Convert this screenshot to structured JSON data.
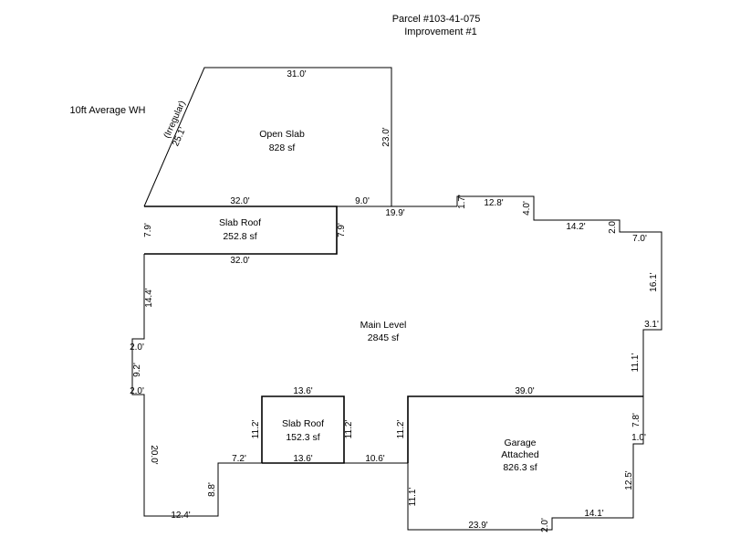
{
  "header": {
    "parcel": "Parcel #103-41-075",
    "improvement": "Improvement #1"
  },
  "note": "10ft Average WH",
  "areas": {
    "open_slab": {
      "name": "Open Slab",
      "size": "828 sf"
    },
    "slab_roof_top": {
      "name": "Slab Roof",
      "size": "252.8 sf"
    },
    "main_level": {
      "name": "Main Level",
      "size": "2845 sf"
    },
    "slab_roof_small": {
      "name": "Slab Roof",
      "size": "152.3 sf"
    },
    "garage": {
      "line1": "Garage",
      "line2": "Attached",
      "size": "826.3 sf"
    }
  },
  "dims": {
    "open_top": "31.0'",
    "open_right": "23.0'",
    "open_diag": "25.1'",
    "irregular": "(Irregular)",
    "open_bottom": "32.0'",
    "open_bottom_right": "9.0'",
    "sr_left": "7.9'",
    "sr_right": "7.9'",
    "sr_bottom": "32.0'",
    "seg_19_9": "19.9'",
    "seg_1_7": "1.7'",
    "seg_12_8": "12.8'",
    "seg_4_0": "4.0'",
    "seg_14_2": "14.2'",
    "seg_2_0_r": "2.0'",
    "seg_7_0": "7.0'",
    "seg_16_1": "16.1'",
    "seg_3_1": "3.1'",
    "seg_11_1_r": "11.1'",
    "seg_14_4": "14.4'",
    "seg_2_0_l1": "2.0'",
    "seg_9_2": "9.2'",
    "seg_2_0_l2": "2.0'",
    "seg_20_0": "20.0'",
    "seg_12_4": "12.4'",
    "seg_8_8": "8.8'",
    "seg_7_2": "7.2'",
    "ssr_top": "13.6'",
    "ssr_bottom": "13.6'",
    "ssr_left": "11.2'",
    "ssr_right": "11.2'",
    "seg_10_6": "10.6'",
    "g_left_upper": "11.2'",
    "g_top": "39.0'",
    "g_left_lower": "11.1'",
    "g_bottom": "23.9'",
    "g_2_0": "2.0'",
    "g_14_1": "14.1'",
    "g_12_5": "12.5'",
    "g_1_0": "1.0'",
    "g_7_8": "7.8'"
  }
}
